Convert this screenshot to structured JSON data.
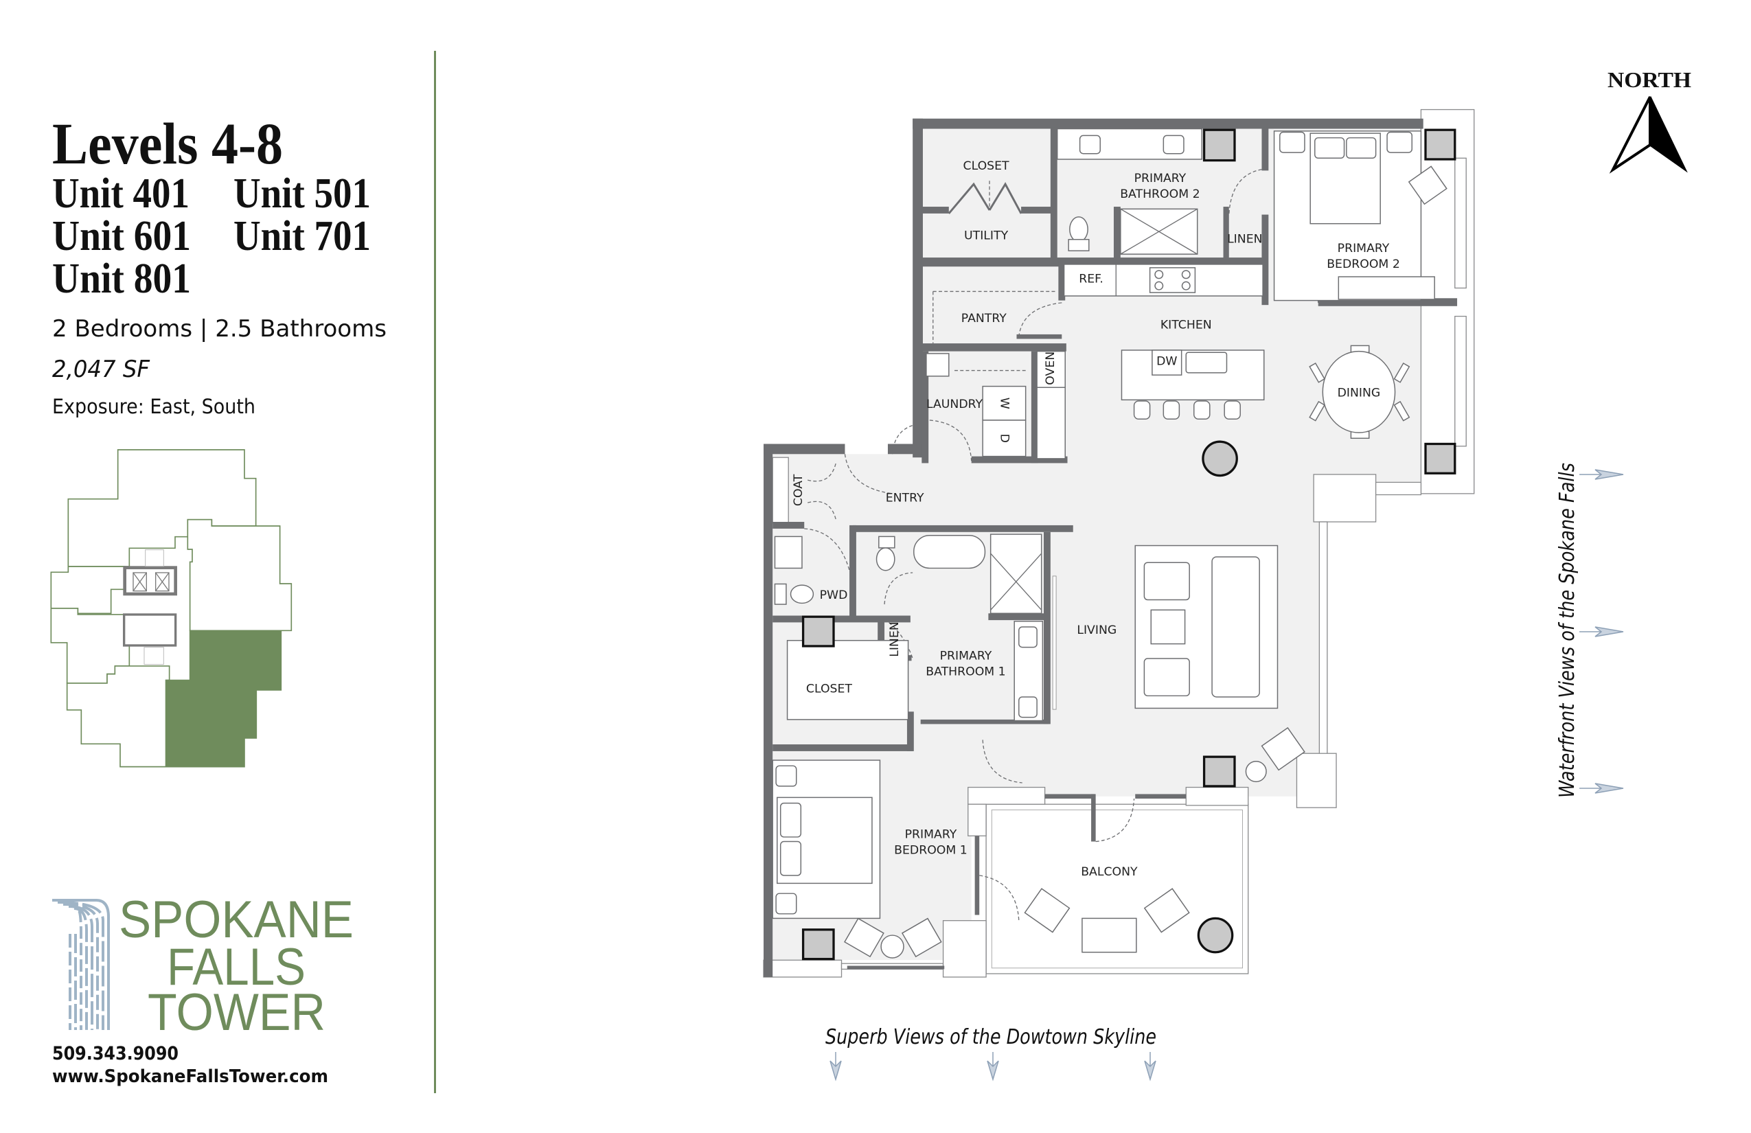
{
  "header": {
    "title": "Levels 4-8",
    "units": [
      "Unit 401",
      "Unit 501",
      "Unit 601",
      "Unit 701",
      "Unit 801"
    ],
    "bed_bath": "2 Bedrooms | 2.5 Bathrooms",
    "area": "2,047 SF",
    "exposure": "Exposure: East, South"
  },
  "logo": {
    "line1": "SPOKANE",
    "line2": "FALLS",
    "line3": "TOWER"
  },
  "contact": {
    "phone": "509.343.9090",
    "website": "www.SpokaneFallsTower.com"
  },
  "compass": {
    "label": "NORTH"
  },
  "views": {
    "east": "Waterfront Views of the Spokane Falls",
    "south": "Superb Views of the Dowtown Skyline"
  },
  "rooms": {
    "closet2": "CLOSET",
    "bath2_a": "PRIMARY",
    "bath2_b": "BATHROOM 2",
    "utility": "UTILITY",
    "linen2": "LINEN",
    "ref": "REF.",
    "bed2_a": "PRIMARY",
    "bed2_b": "BEDROOM 2",
    "pantry": "PANTRY",
    "kitchen": "KITCHEN",
    "dw": "DW",
    "oven": "OVEN",
    "dining": "DINING",
    "laundry": "LAUNDRY",
    "washer": "W",
    "dryer": "D",
    "coat": "COAT",
    "entry": "ENTRY",
    "pwd": "PWD",
    "living": "LIVING",
    "linen1": "LINEN",
    "bath1_a": "PRIMARY",
    "bath1_b": "BATHROOM 1",
    "closet1": "CLOSET",
    "bed1_a": "PRIMARY",
    "bed1_b": "BEDROOM 1",
    "balcony": "BALCONY"
  },
  "colors": {
    "brand_green": "#6f8c5c",
    "waterfall_blue": "#9fb4c6",
    "wall_gray": "#6d6e71"
  }
}
